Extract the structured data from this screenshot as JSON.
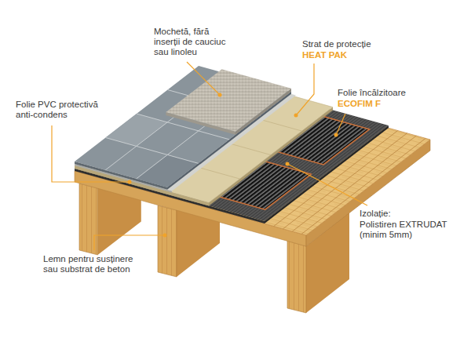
{
  "diagram": {
    "labels": [
      "Mochetă, fără inserții de cauciuc sau linoleu",
      "Strat de protecție",
      "HEAT PAK",
      "Folie PVC protectivă anti-condens",
      "Folie încălzitoare",
      "ECOFIM F",
      "Izolație:",
      "Polistiren EXTRUDAT (minim 5mm)",
      "Lemn pentru susținere sau substrat de beton"
    ]
  }
}
